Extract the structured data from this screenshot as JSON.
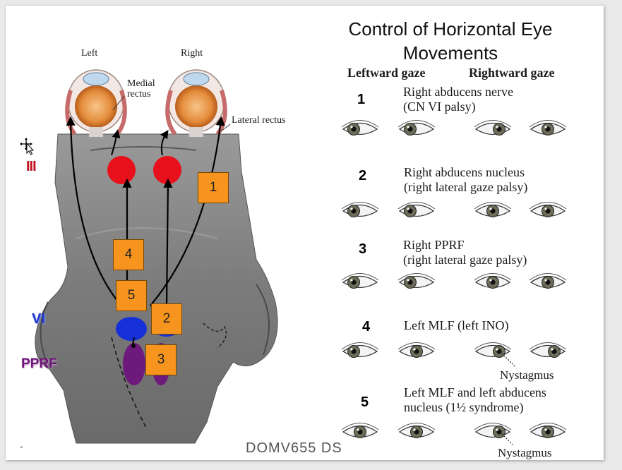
{
  "title": "Control of Horizontal Eye Movements",
  "left_diagram": {
    "eye_left_label": "Left",
    "eye_right_label": "Right",
    "medial_rectus_label": "Medial\nrectus",
    "lateral_rectus_label": "Lateral rectus",
    "cn3_label": "III",
    "cn6_label": "VI",
    "pprf_label": "PPRF",
    "boxes": [
      "1",
      "4",
      "5",
      "2",
      "3"
    ]
  },
  "table": {
    "leftward_header": "Leftward gaze",
    "rightward_header": "Rightward gaze",
    "rows": [
      {
        "num": "1",
        "desc": "Right abducens nerve\n(CN VI palsy)"
      },
      {
        "num": "2",
        "desc": "Right abducens nucleus\n(right lateral gaze palsy)"
      },
      {
        "num": "3",
        "desc": "Right PPRF\n(right lateral gaze palsy)"
      },
      {
        "num": "4",
        "desc": "Left MLF (left INO)",
        "note": "Nystagmus"
      },
      {
        "num": "5",
        "desc": "Left MLF and left abducens\nnucleus (1½ syndrome)",
        "note": "Nystagmus"
      }
    ]
  },
  "footer": {
    "watermark": "DOMV655 DS",
    "dash": "-"
  },
  "icons": [
    "move-cursor-icon"
  ],
  "colors": {
    "nucleus_red": "#e8101a",
    "abducens_blue": "#1530d8",
    "pprf_purple": "#6e1a7c",
    "box_orange": "#f7941d"
  }
}
